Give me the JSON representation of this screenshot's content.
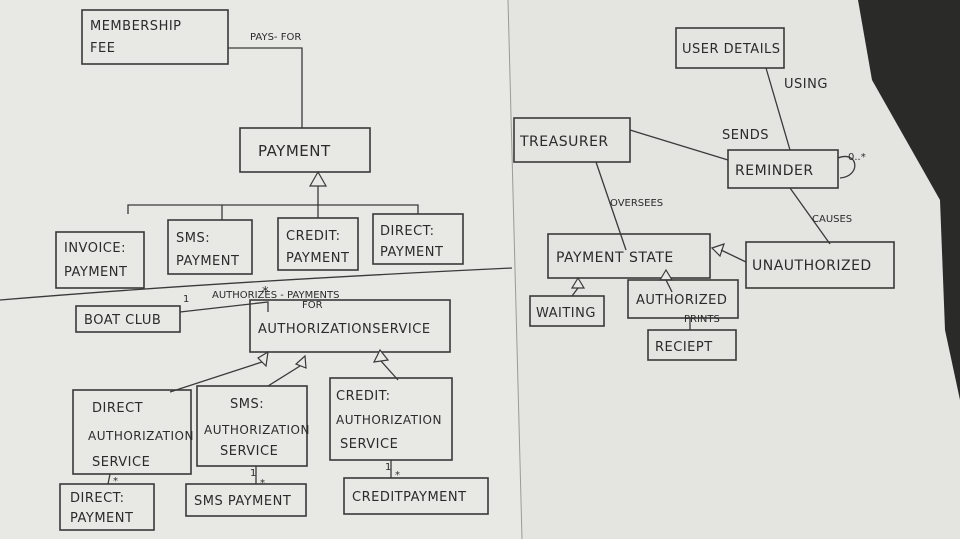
{
  "left_top": {
    "membership_fee": [
      "MEMBERSHIP",
      "FEE"
    ],
    "pays_for": "PAYS- FOR",
    "payment": "PAYMENT",
    "invoice": [
      "INVOICE:",
      "PAYMENT"
    ],
    "sms": [
      "SMS:",
      "PAYMENT"
    ],
    "credit": [
      "CREDIT:",
      "PAYMENT"
    ],
    "direct": [
      "DIRECT:",
      "PAYMENT"
    ]
  },
  "left_bottom": {
    "boat_club": "BOAT CLUB",
    "authorizes": [
      "AUTHORIZES - PAYMENTS",
      "FOR"
    ],
    "mult_one": "1",
    "mult_many": "*",
    "authorization_service": "AUTHORIZATIONSERVICE",
    "direct_auth": [
      "DIRECT",
      "AUTHORIZATION",
      "SERVICE"
    ],
    "sms_auth": [
      "SMS:",
      "AUTHORIZATION",
      "SERVICE"
    ],
    "credit_auth": [
      "CREDIT:",
      "AUTHORIZATION",
      "SERVICE"
    ],
    "direct_payment": [
      "DIRECT:",
      "PAYMENT"
    ],
    "sms_payment": "SMS PAYMENT",
    "credit_payment": "CREDITPAYMENT"
  },
  "right": {
    "user_details": "USER DETAILS",
    "using": "USING",
    "treasurer": "TREASURER",
    "sends": "SENDS",
    "reminder": "REMINDER",
    "reminder_mult": "0..*",
    "oversees": "OVERSEES",
    "causes": "CAUSES",
    "payment_state": "PAYMENT STATE",
    "unauthorized": "UNAUTHORIZED",
    "waiting": "WAITING",
    "authorized": "AUTHORIZED",
    "prints": "PRINTS",
    "reciept": "RECIEPT"
  }
}
